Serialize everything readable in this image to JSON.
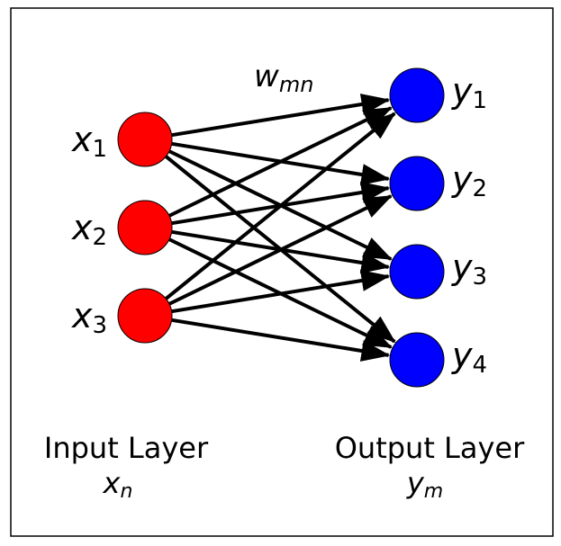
{
  "input_layer": {
    "caption": "Input Layer",
    "variable": {
      "base": "x",
      "subscript": "n"
    },
    "color": "#ff0000",
    "nodes": [
      {
        "base": "x",
        "subscript": "1"
      },
      {
        "base": "x",
        "subscript": "2"
      },
      {
        "base": "x",
        "subscript": "3"
      }
    ]
  },
  "output_layer": {
    "caption": "Output Layer",
    "variable": {
      "base": "y",
      "subscript": "m"
    },
    "color": "#0000ff",
    "nodes": [
      {
        "base": "y",
        "subscript": "1"
      },
      {
        "base": "y",
        "subscript": "2"
      },
      {
        "base": "y",
        "subscript": "3"
      },
      {
        "base": "y",
        "subscript": "4"
      }
    ]
  },
  "weight_label": {
    "base": "w",
    "subscript": "mn"
  },
  "connectivity": "fully-connected"
}
